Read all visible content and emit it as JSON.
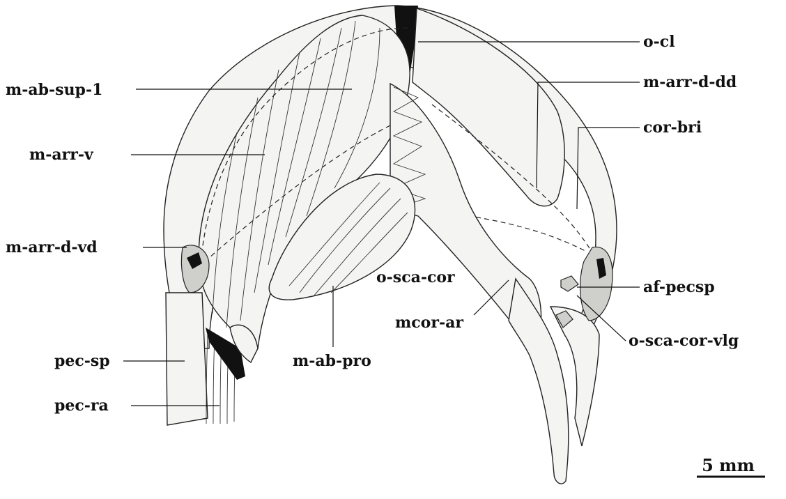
{
  "labels": {
    "o_cl": "o-cl",
    "m_ab_sup_1": "m-ab-sup-1",
    "m_arr_d_dd": "m-arr-d-dd",
    "cor_bri": "cor-bri",
    "m_arr_v": "m-arr-v",
    "m_arr_d_vd": "m-arr-d-vd",
    "o_sca_cor": "o-sca-cor",
    "af_pecsp": "af-pecsp",
    "mcor_ar": "mcor-ar",
    "o_sca_cor_vlg": "o-sca-cor-vlg",
    "pec_sp": "pec-sp",
    "m_ab_pro": "m-ab-pro",
    "pec_ra": "pec-ra"
  },
  "scale_bar": "5 mm"
}
